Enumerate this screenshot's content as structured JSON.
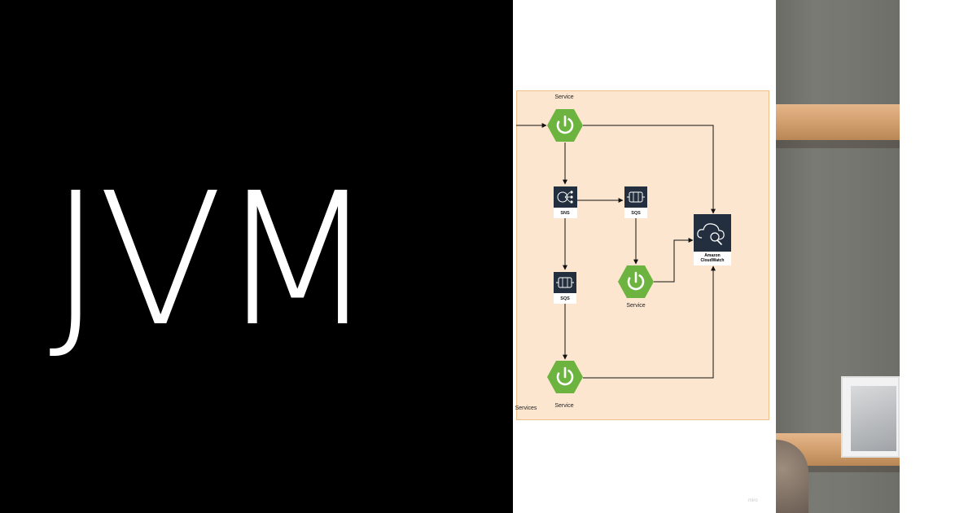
{
  "left_panel": {
    "title": "JVM"
  },
  "diagram": {
    "nodes": {
      "service_top": "Service",
      "sns": "SNS",
      "sqs_right": "SQS",
      "sqs_left": "SQS",
      "service_mid": "Service",
      "service_bottom": "Service",
      "services_edge": "Services",
      "cloudwatch_line1": "Amazon",
      "cloudwatch_line2": "CloudWatch"
    },
    "watermark": "miro",
    "colors": {
      "canvas": "#fde6cf",
      "spring_green": "#6db33f",
      "aws_icon_dark": "#232f3e"
    }
  },
  "icons": {
    "spring_service": "power-icon",
    "sns": "sns-icon",
    "sqs": "sqs-icon",
    "cloudwatch": "cloudwatch-icon"
  }
}
